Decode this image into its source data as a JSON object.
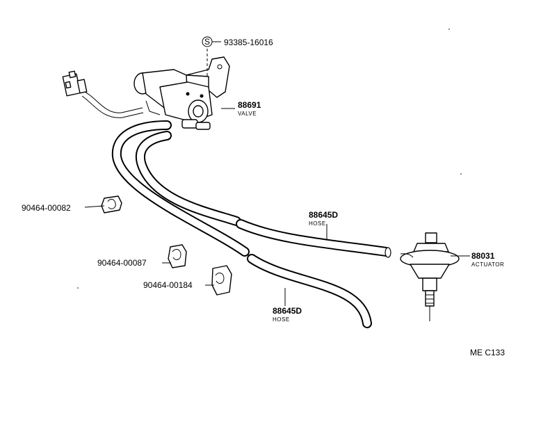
{
  "callouts": {
    "bolt_symbol": "S",
    "bolt_part": "93385-16016",
    "valve_part": "88691",
    "valve_name": "VALVE",
    "clip1_part": "90464-00082",
    "clip2_part": "90464-00087",
    "clip3_part": "90464-00184",
    "hose1_part": "88645D",
    "hose1_name": "HOSE",
    "hose2_part": "88645D",
    "hose2_name": "HOSE",
    "actuator_part": "88031",
    "actuator_name": "ACTUATOR"
  },
  "diagram_code": "ME C133",
  "colors": {
    "ink": "#000000",
    "paper": "#ffffff"
  }
}
